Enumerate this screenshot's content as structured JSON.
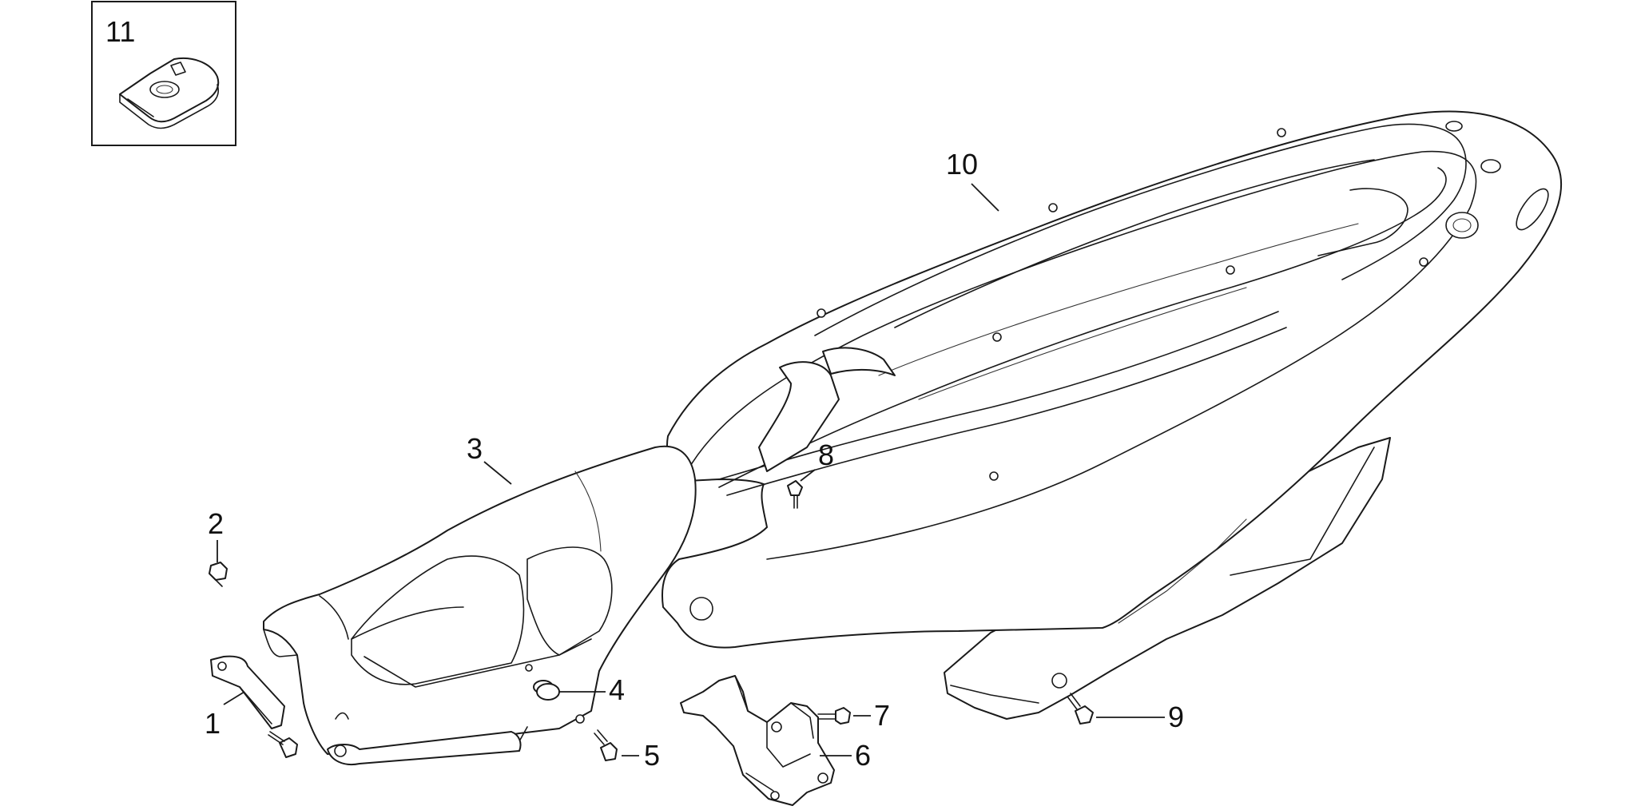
{
  "diagram": {
    "labels": [
      {
        "id": "1",
        "text": "1"
      },
      {
        "id": "2",
        "text": "2"
      },
      {
        "id": "3",
        "text": "3"
      },
      {
        "id": "4",
        "text": "4"
      },
      {
        "id": "5",
        "text": "5"
      },
      {
        "id": "6",
        "text": "6"
      },
      {
        "id": "7",
        "text": "7"
      },
      {
        "id": "8",
        "text": "8"
      },
      {
        "id": "9",
        "text": "9"
      },
      {
        "id": "10",
        "text": "10"
      },
      {
        "id": "11",
        "text": "11"
      }
    ],
    "colors": {
      "line": "#1a1a1a",
      "background": "#ffffff"
    }
  }
}
